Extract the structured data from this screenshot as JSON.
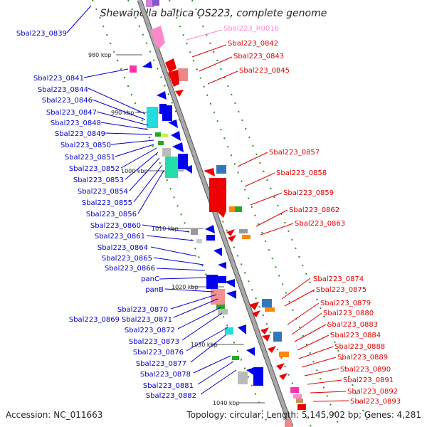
{
  "title": "Shewanella baltica OS223, complete genome",
  "accession": "Accession: NC_011663",
  "topology": "Topology: circular; Length: 5,145,902 bp; Genes: 4,281",
  "colors": {
    "left_label": "#0000cc",
    "right_label": "#e00000",
    "rna_label": "#ff88cc",
    "backbone": "#8a8a8a",
    "tick": "#2a8a2a"
  },
  "kbp_labels": [
    "980 kbp",
    "990 kbp",
    "1000 kbp",
    "1010 kbp",
    "1020 kbp",
    "1030 kbp",
    "1040 kbp"
  ],
  "left_labels": [
    "Sbal223_0839",
    "Sbal223_0841",
    "Sbal223_0844",
    "Sbal223_0846",
    "Sbal223_0847",
    "Sbal223_0848",
    "Sbal223_0849",
    "Sbal223_0850",
    "Sbal223_0851",
    "Sbal223_0852",
    "Sbal223_0853",
    "Sbal223_0854",
    "Sbal223_0855",
    "Sbal223_0856",
    "Sbal223_0860",
    "Sbal223_0861",
    "Sbal223_0864",
    "Sbal223_0865",
    "Sbal223_0866",
    "panC",
    "panB",
    "Sbal223_0870",
    "Sbal223_0869",
    "Sbal223_0871",
    "Sbal223_0872",
    "Sbal223_0873",
    "Sbal223_0876",
    "Sbal223_0877",
    "Sbal223_0878",
    "Sbal223_0881",
    "Sbal223_0882"
  ],
  "right_labels": [
    "Sbal223_R0016",
    "Sbal223_0842",
    "Sbal223_0843",
    "Sbal223_0845",
    "Sbal223_0857",
    "Sbal223_0858",
    "Sbal223_0859",
    "Sbal223_0862",
    "Sbal223_0863",
    "Sbal223_0874",
    "Sbal223_0875",
    "Sbal223_0879",
    "Sbal223_0880",
    "Sbal223_0883",
    "Sbal223_0884",
    "Sbal223_0888",
    "Sbal223_0889",
    "Sbal223_0890",
    "Sbal223_0891",
    "Sbal223_0892",
    "Sbal223_0893"
  ]
}
